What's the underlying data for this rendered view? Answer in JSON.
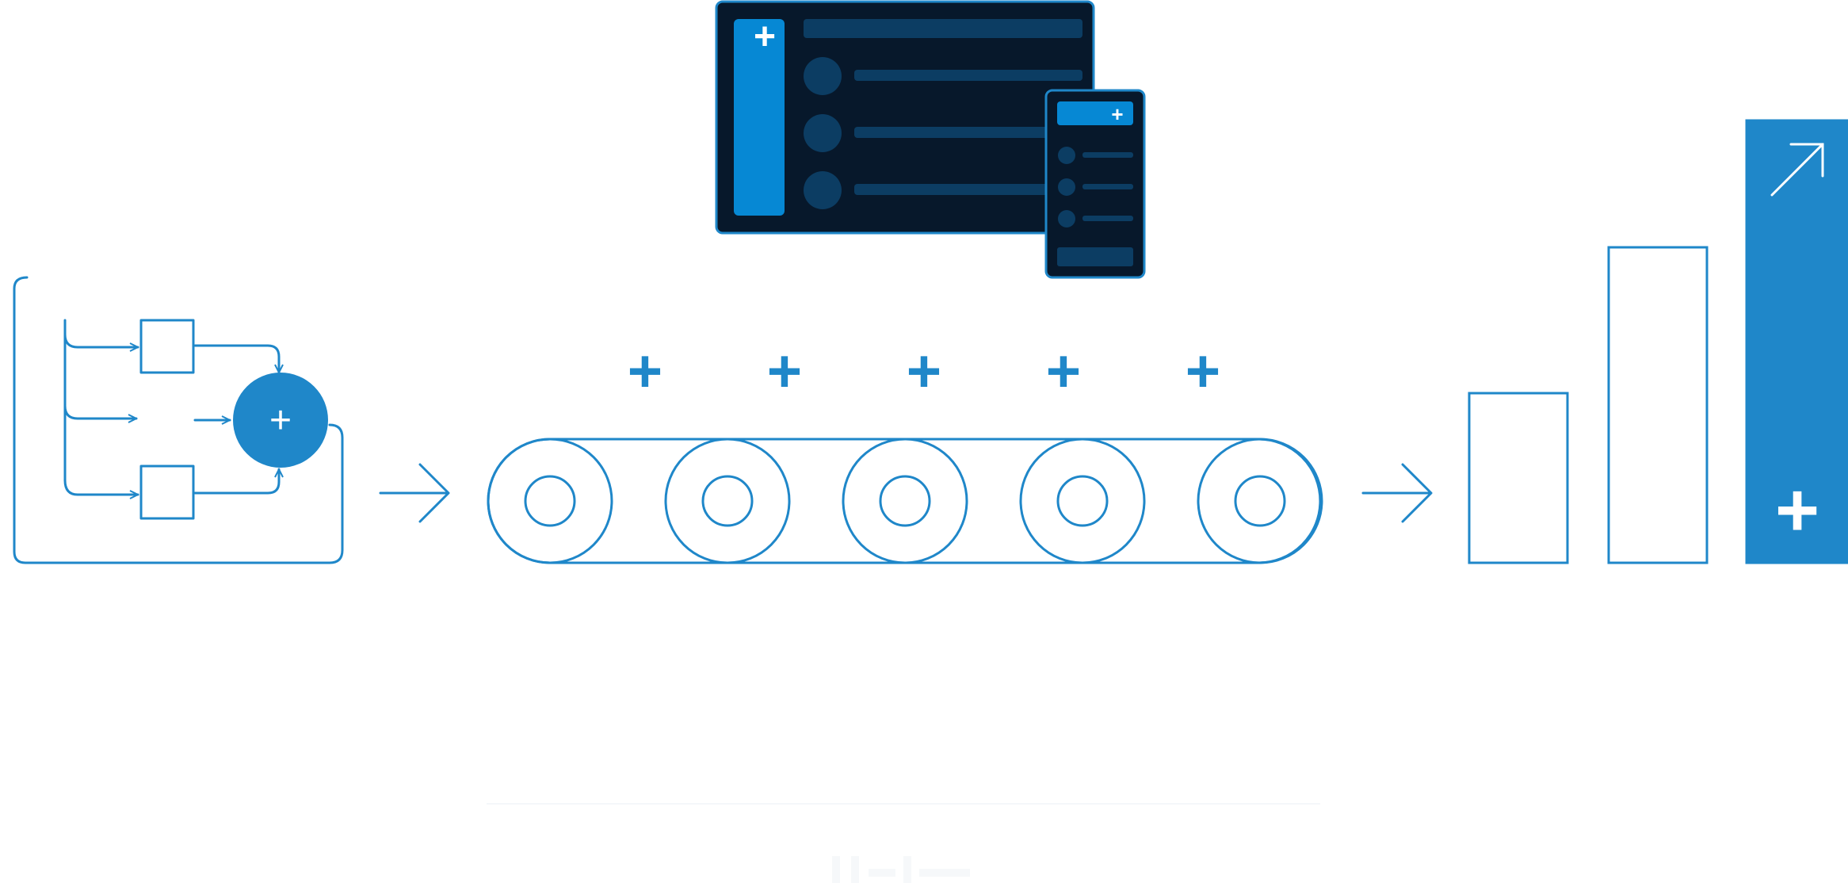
{
  "colors": {
    "accent": "#1f87c9",
    "accent_bright": "#0688d4",
    "dark_panel": "#07182b",
    "muted_blue": "#0c3d63",
    "white": "#ffffff"
  },
  "icons": {
    "plus": "+",
    "arrow_up_right": "↗"
  },
  "captions": {
    "left": "",
    "middle": "",
    "right": ""
  },
  "diagram": {
    "conveyor_roller_count": 5,
    "conveyor_plus_count": 5,
    "bar_count": 3,
    "highlighted_bar_index": 2
  }
}
